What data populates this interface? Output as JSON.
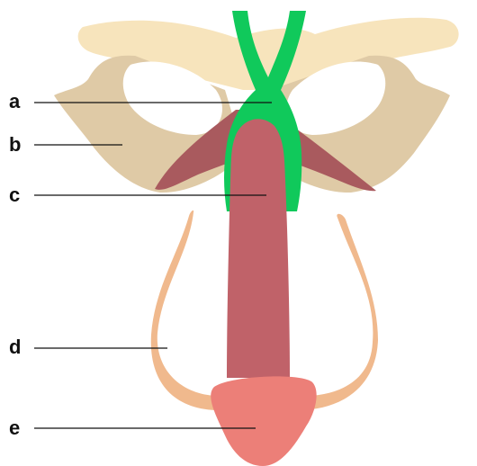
{
  "labels": [
    {
      "letter": "a"
    },
    {
      "letter": "b"
    },
    {
      "letter": "c"
    },
    {
      "letter": "d"
    },
    {
      "letter": "e"
    }
  ],
  "colors": {
    "pelvis_upper": "#f7e4bc",
    "pelvis_lower": "#dfcaa6",
    "muscle": "#a95a5e",
    "nerve": "#10c95b",
    "shaft": "#c06269",
    "crura": "#f0b98d",
    "glans": "#ec7f78"
  }
}
